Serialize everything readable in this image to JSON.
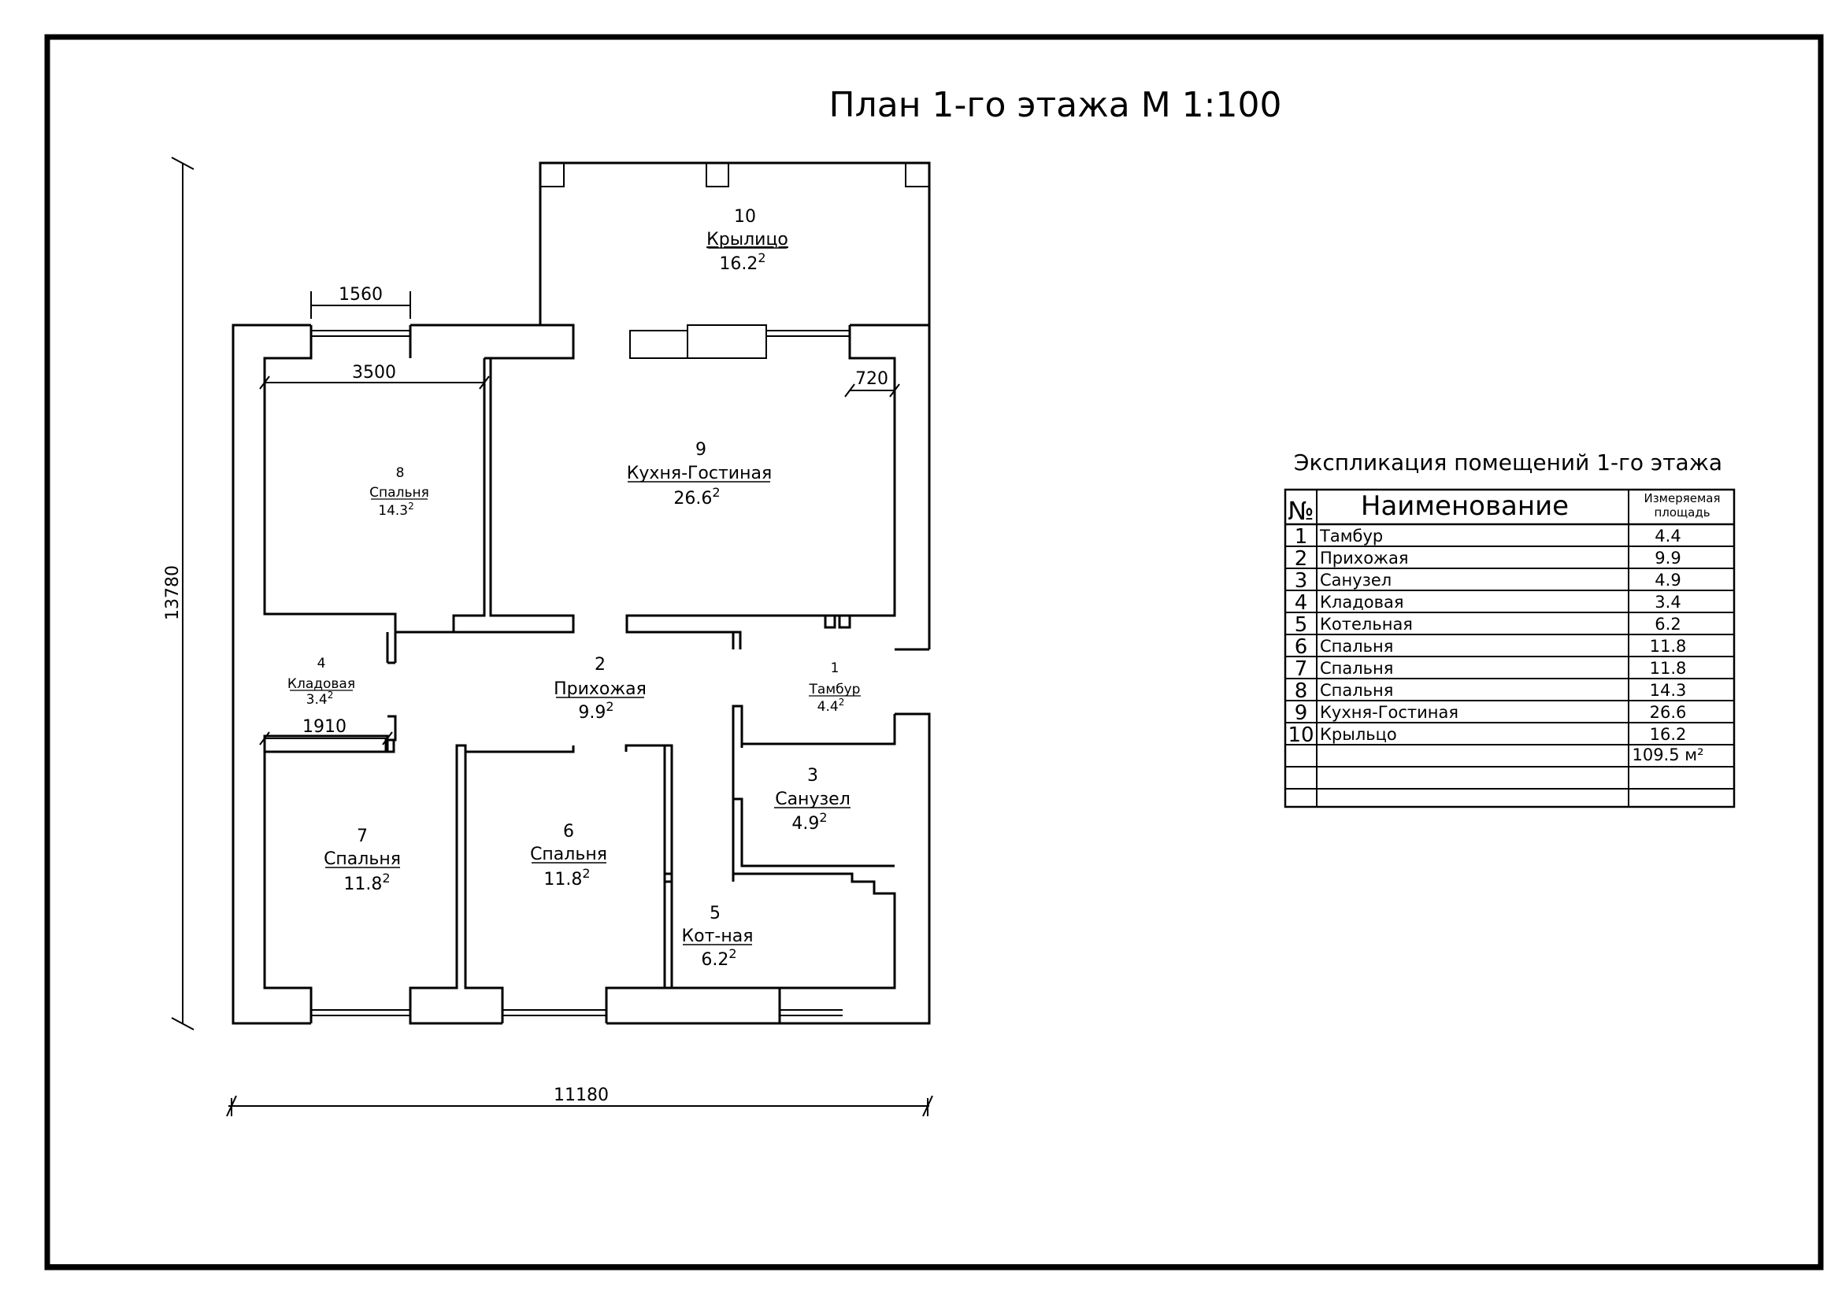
{
  "title": "План 1-го этажа М 1:100",
  "area_suffix": "2",
  "rooms": [
    {
      "num": "10",
      "name": "Крылицо",
      "area": "16.2"
    },
    {
      "num": "9",
      "name": "Кухня-Гостиная",
      "area": "26.6"
    },
    {
      "num": "8",
      "name": "Спальня",
      "area": "14.3"
    },
    {
      "num": "4",
      "name": "Кладовая",
      "area": "3.4"
    },
    {
      "num": "2",
      "name": "Прихожая",
      "area": "9.9"
    },
    {
      "num": "1",
      "name": "Тамбур",
      "area": "4.4"
    },
    {
      "num": "3",
      "name": "Санузел",
      "area": "4.9"
    },
    {
      "num": "7",
      "name": "Спальня",
      "area": "11.8"
    },
    {
      "num": "6",
      "name": "Спальня",
      "area": "11.8"
    },
    {
      "num": "5",
      "name": "Кот-ная",
      "area": "6.2"
    }
  ],
  "dimensions": {
    "total_height": "13780",
    "total_width": "11180",
    "window": "1560",
    "room8_width": "3500",
    "wall_offset": "720",
    "storage_width": "1910"
  },
  "explication": {
    "title": "Экспликация помещений 1-го этажа",
    "headers": {
      "num": "№",
      "name": "Наименование",
      "area": "Измеряемая площадь"
    },
    "rows": [
      {
        "num": "1",
        "name": "Тамбур",
        "area": "4.4"
      },
      {
        "num": "2",
        "name": "Прихожая",
        "area": "9.9"
      },
      {
        "num": "3",
        "name": "Санузел",
        "area": "4.9"
      },
      {
        "num": "4",
        "name": "Кладовая",
        "area": "3.4"
      },
      {
        "num": "5",
        "name": "Котельная",
        "area": "6.2"
      },
      {
        "num": "6",
        "name": "Спальня",
        "area": "11.8"
      },
      {
        "num": "7",
        "name": "Спальня",
        "area": "11.8"
      },
      {
        "num": "8",
        "name": "Спальня",
        "area": "14.3"
      },
      {
        "num": "9",
        "name": "Кухня-Гостиная",
        "area": "26.6"
      },
      {
        "num": "10",
        "name": "Крыльцо",
        "area": "16.2"
      }
    ],
    "total": "109.5 м²"
  }
}
